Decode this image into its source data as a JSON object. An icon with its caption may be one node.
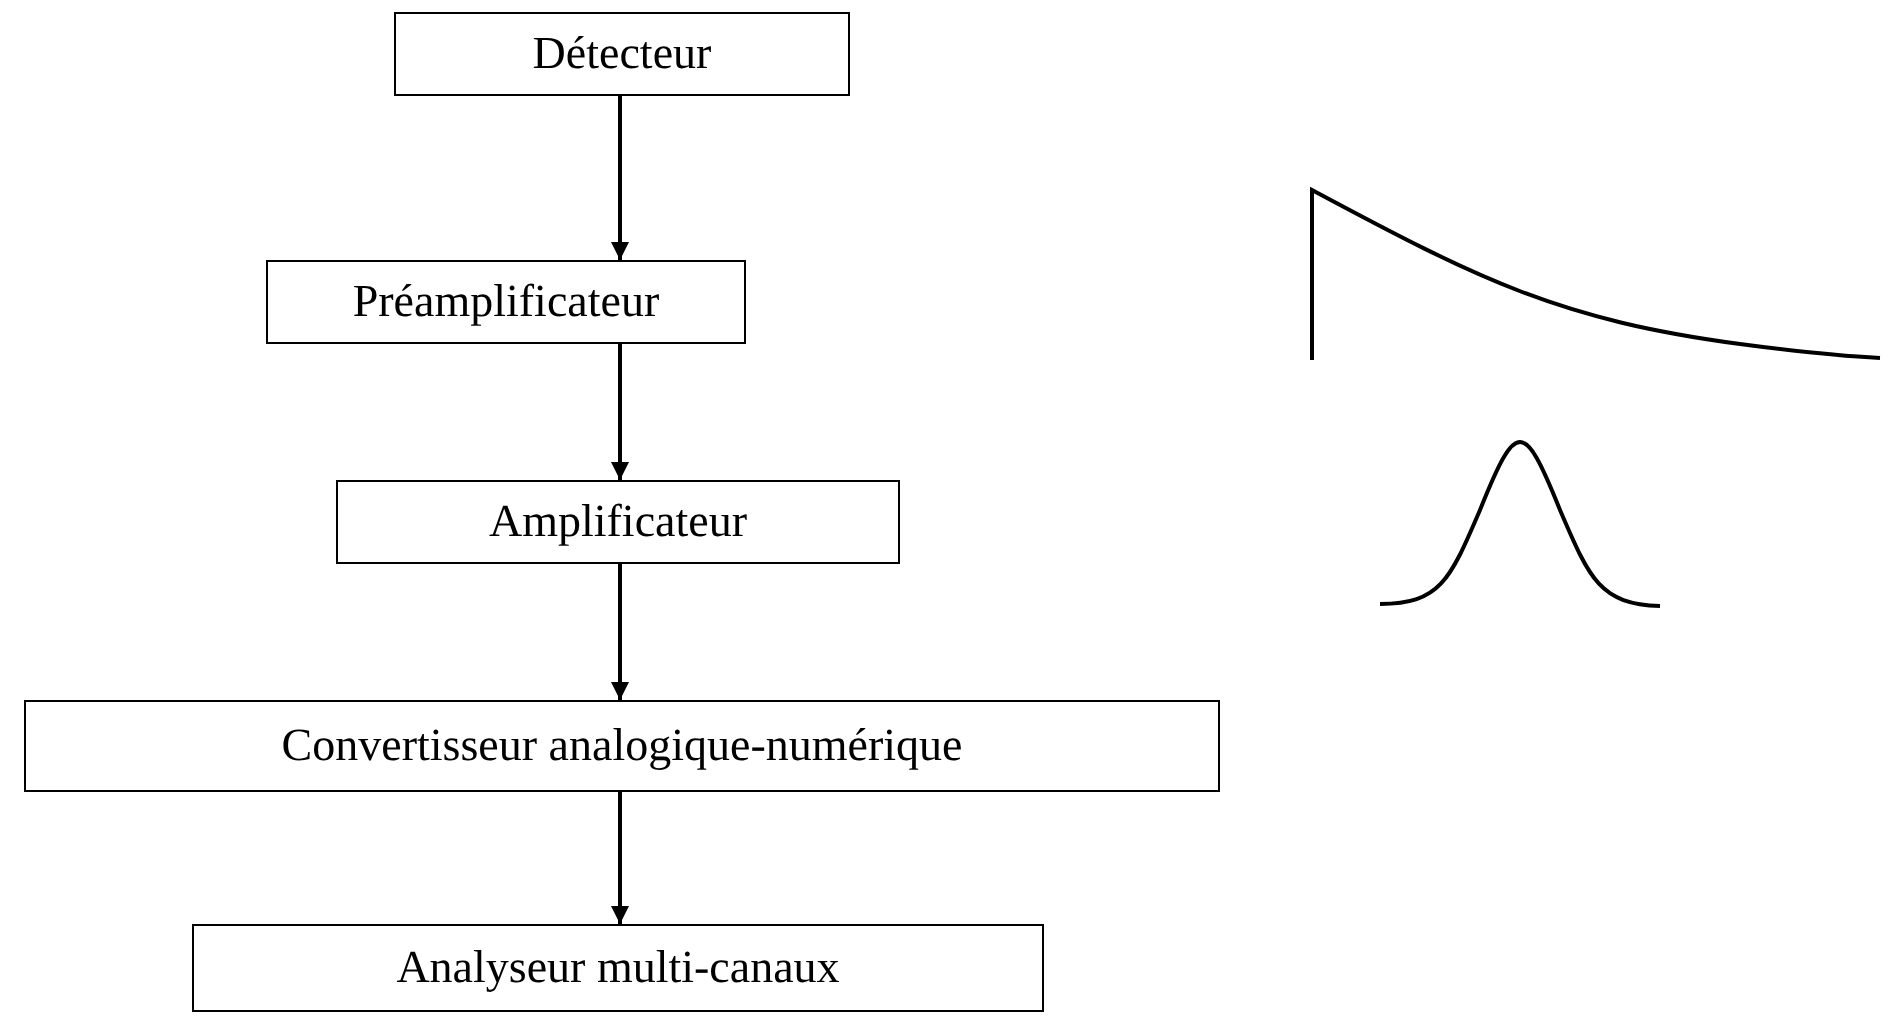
{
  "diagram": {
    "nodes": [
      {
        "text": [
          "Détecteur"
        ]
      },
      {
        "text": [
          "Préamplificateur"
        ]
      },
      {
        "text": [
          "Amplificateur"
        ]
      },
      {
        "text": [
          "Convertisseur analogique-numérique"
        ]
      },
      {
        "text": [
          "Analyseur multi-canaux"
        ]
      }
    ],
    "edges": [
      {
        "from": 0,
        "to": 1,
        "arrow": "to"
      },
      {
        "from": 1,
        "to": 2,
        "arrow": "to"
      },
      {
        "from": 2,
        "to": 3,
        "arrow": "to"
      },
      {
        "from": 3,
        "to": 4,
        "arrow": "to"
      }
    ]
  }
}
